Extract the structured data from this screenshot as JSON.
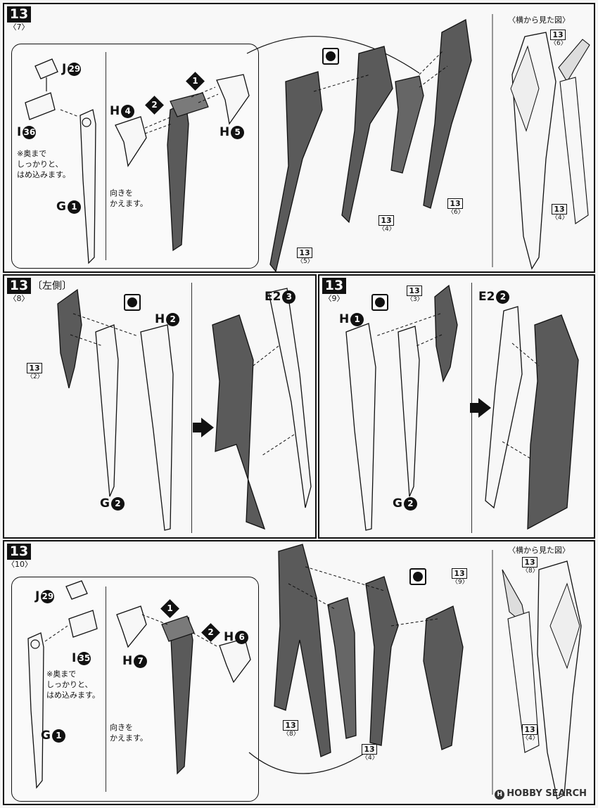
{
  "step_number": "13",
  "circled": {
    "1": "❶",
    "2": "❷",
    "3": "❸",
    "4": "❹",
    "5": "❺",
    "6": "❻",
    "7": "❼",
    "29": "㉙",
    "35": "㉟",
    "36": "㊱"
  },
  "panel7": {
    "sub": "〈7〉",
    "label_j": "J",
    "label_j_num": "29",
    "label_i": "I",
    "label_i_num": "36",
    "label_g": "G",
    "label_g_num": "1",
    "label_h4": "H",
    "label_h4_num": "4",
    "label_h5": "H",
    "label_h5_num": "5",
    "note": "※奥まで\nしっかりと、\nはめ込みます。",
    "turn_note": "向きを\nかえます。",
    "step1": "1",
    "step2": "2",
    "tags": [
      {
        "n": "13",
        "s": "〈5〉"
      },
      {
        "n": "13",
        "s": "〈4〉"
      },
      {
        "n": "13",
        "s": "〈6〉"
      }
    ],
    "side_header": "〈横から見た図〉",
    "side_tags": [
      {
        "n": "13",
        "s": "〈6〉"
      },
      {
        "n": "13",
        "s": "〈4〉"
      }
    ]
  },
  "panel8": {
    "sub": "〈8〉",
    "side": "〔左側〕",
    "label_h2": "H",
    "label_h2_num": "2",
    "label_g2": "G",
    "label_g2_num": "2",
    "label_e2": "E2",
    "label_e2_num": "3",
    "tag": {
      "n": "13",
      "s": "〈2〉"
    }
  },
  "panel9": {
    "sub": "〈9〉",
    "label_h1": "H",
    "label_h1_num": "1",
    "label_g2": "G",
    "label_g2_num": "2",
    "label_e2": "E2",
    "label_e2_num": "2",
    "tag": {
      "n": "13",
      "s": "〈3〉"
    }
  },
  "panel10": {
    "sub": "〈10〉",
    "label_j": "J",
    "label_j_num": "29",
    "label_i": "I",
    "label_i_num": "35",
    "label_g": "G",
    "label_g_num": "1",
    "label_h7": "H",
    "label_h7_num": "7",
    "label_h6": "H",
    "label_h6_num": "6",
    "note": "※奥まで\nしっかりと、\nはめ込みます。",
    "turn_note": "向きを\nかえます。",
    "step1": "1",
    "step2": "2",
    "tags": [
      {
        "n": "13",
        "s": "〈8〉"
      },
      {
        "n": "13",
        "s": "〈4〉"
      },
      {
        "n": "13",
        "s": "〈9〉"
      }
    ],
    "side_header": "〈横から見た図〉",
    "side_tags": [
      {
        "n": "13",
        "s": "〈8〉"
      },
      {
        "n": "13",
        "s": "〈4〉"
      }
    ]
  },
  "footer": {
    "logo": "HOBBY SEARCH",
    "mark": "H"
  },
  "colors": {
    "dark_part": "#5a5a5a",
    "light_part": "#f7f7f7",
    "ink": "#111111"
  }
}
